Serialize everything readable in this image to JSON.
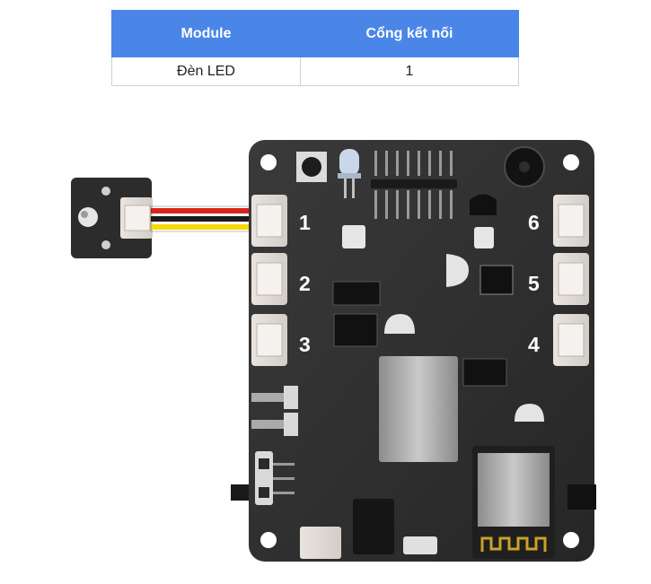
{
  "table": {
    "headers": [
      "Module",
      "Cổng kết nối"
    ],
    "rows": [
      [
        "Đèn LED",
        "1"
      ]
    ]
  },
  "board": {
    "port_labels": [
      "1",
      "2",
      "3",
      "4",
      "5",
      "6"
    ],
    "colors": {
      "board": "#2f2f2f",
      "header_blue": "#4a86e8",
      "wire_red": "#d9241c",
      "wire_black": "#1a1a1a",
      "wire_yellow": "#f5d90a"
    }
  }
}
